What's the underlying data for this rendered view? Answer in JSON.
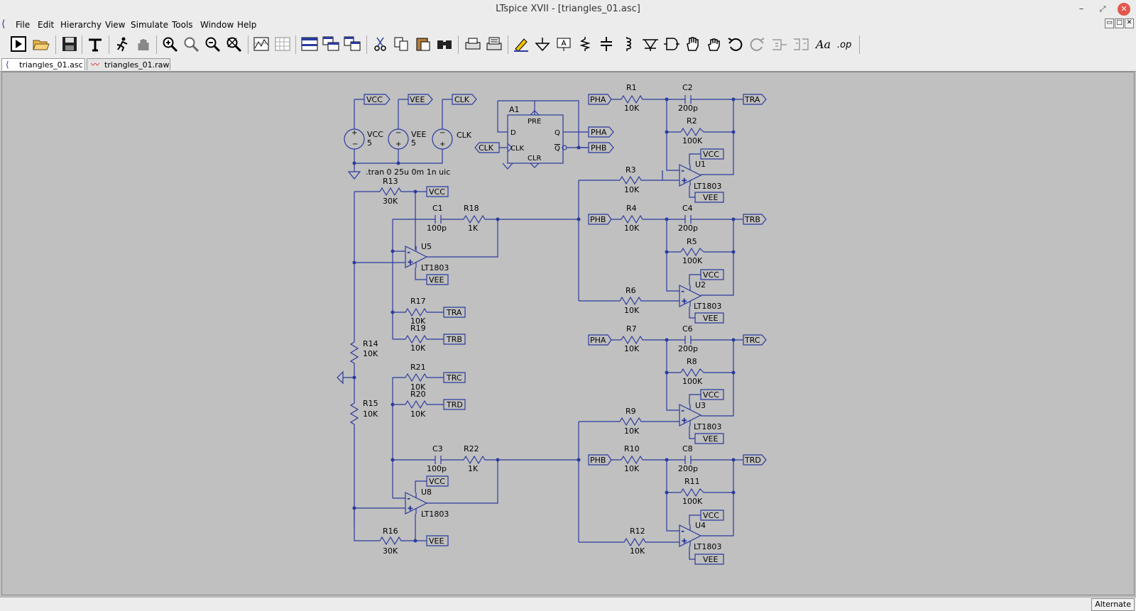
{
  "window": {
    "title": "LTspice XVII - [triangles_01.asc]"
  },
  "menu": [
    "File",
    "Edit",
    "Hierarchy",
    "View",
    "Simulate",
    "Tools",
    "Window",
    "Help"
  ],
  "tabs": [
    {
      "label": "triangles_01.asc",
      "active": true,
      "icon": "schematic-icon"
    },
    {
      "label": "triangles_01.raw",
      "active": false,
      "icon": "waveform-icon"
    }
  ],
  "status": {
    "mode": "Alternate"
  },
  "schematic": {
    "sources": [
      {
        "name": "VCC",
        "value": "5"
      },
      {
        "name": "VEE",
        "value": "5"
      },
      {
        "name": "CLK",
        "value": ""
      }
    ],
    "directive": ".tran 0 25u 0m 1n uic",
    "flipflop": {
      "ref": "A1",
      "pins": {
        "pre": "PRE",
        "d": "D",
        "clk": "CLK",
        "clr": "CLR",
        "q": "Q",
        "qbar": "Q"
      }
    },
    "labels": {
      "vcc": "VCC",
      "vee": "VEE",
      "clk": "CLK",
      "pha": "PHA",
      "phb": "PHB",
      "tra": "TRA",
      "trb": "TRB",
      "trc": "TRC",
      "trd": "TRD"
    },
    "components": {
      "R1": {
        "ref": "R1",
        "value": "10K"
      },
      "R2": {
        "ref": "R2",
        "value": "100K"
      },
      "R3": {
        "ref": "R3",
        "value": "10K"
      },
      "R4": {
        "ref": "R4",
        "value": "10K"
      },
      "R5": {
        "ref": "R5",
        "value": "100K"
      },
      "R6": {
        "ref": "R6",
        "value": "10K"
      },
      "R7": {
        "ref": "R7",
        "value": "10K"
      },
      "R8": {
        "ref": "R8",
        "value": "100K"
      },
      "R9": {
        "ref": "R9",
        "value": "10K"
      },
      "R10": {
        "ref": "R10",
        "value": "10K"
      },
      "R11": {
        "ref": "R11",
        "value": "100K"
      },
      "R12": {
        "ref": "R12",
        "value": "10K"
      },
      "R13": {
        "ref": "R13",
        "value": "30K"
      },
      "R14": {
        "ref": "R14",
        "value": "10K"
      },
      "R15": {
        "ref": "R15",
        "value": "10K"
      },
      "R16": {
        "ref": "R16",
        "value": "30K"
      },
      "R17": {
        "ref": "R17",
        "value": "10K"
      },
      "R18": {
        "ref": "R18",
        "value": "1K"
      },
      "R19": {
        "ref": "R19",
        "value": "10K"
      },
      "R20": {
        "ref": "R20",
        "value": "10K"
      },
      "R21": {
        "ref": "R21",
        "value": "10K"
      },
      "R22": {
        "ref": "R22",
        "value": "1K"
      },
      "C1": {
        "ref": "C1",
        "value": "100p"
      },
      "C2": {
        "ref": "C2",
        "value": "200p"
      },
      "C3": {
        "ref": "C3",
        "value": "100p"
      },
      "C4": {
        "ref": "C4",
        "value": "200p"
      },
      "C6": {
        "ref": "C6",
        "value": "200p"
      },
      "C8": {
        "ref": "C8",
        "value": "200p"
      },
      "U1": {
        "ref": "U1",
        "value": "LT1803"
      },
      "U2": {
        "ref": "U2",
        "value": "LT1803"
      },
      "U3": {
        "ref": "U3",
        "value": "LT1803"
      },
      "U4": {
        "ref": "U4",
        "value": "LT1803"
      },
      "U5": {
        "ref": "U5",
        "value": "LT1803"
      },
      "U8": {
        "ref": "U8",
        "value": "LT1803"
      }
    }
  }
}
